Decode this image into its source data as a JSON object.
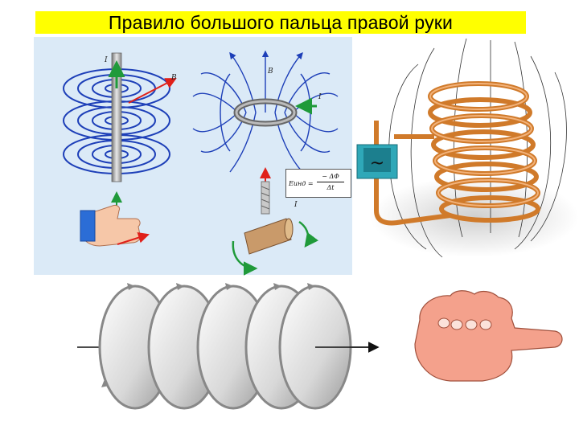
{
  "title": "Правило большого пальца правой руки",
  "labels": {
    "current_top": "I",
    "induction_left": "B",
    "induction_mid": "B",
    "current_ring": "I",
    "current_bottom": "I",
    "tilde": "~"
  },
  "equation": {
    "lhs": "Eинд =",
    "numerator": "− ΔΦ",
    "denominator": "Δt"
  },
  "colors": {
    "title_bg": "#ffff00",
    "panel_bg": "#dbeaf7",
    "field_lines": "#1d3fb8",
    "arrow_red": "#e0201a",
    "arrow_green": "#1f9a3a",
    "copper": "#d07a2a",
    "hand": "#f4a18c"
  }
}
